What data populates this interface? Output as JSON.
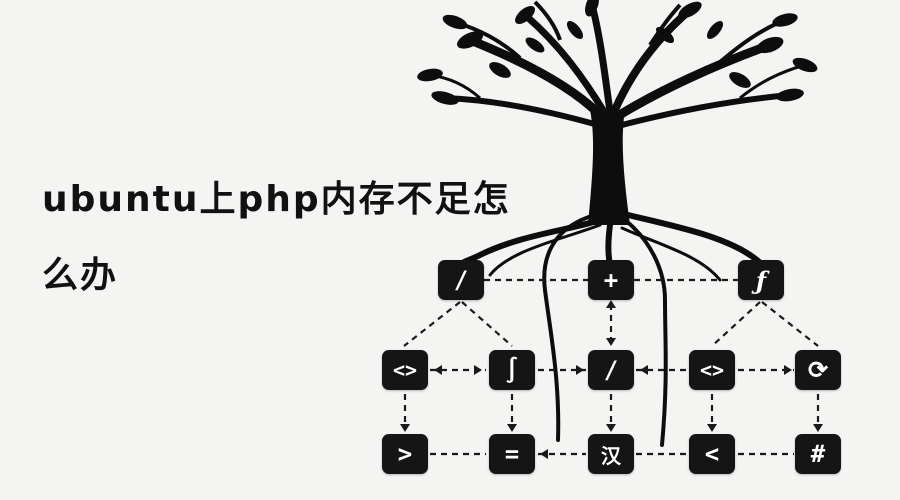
{
  "title": {
    "line1": "ubuntu上php内存不足怎",
    "line2": "么办"
  },
  "diagram": {
    "top_row": [
      {
        "name": "node-slash-top",
        "symbol": "/"
      },
      {
        "name": "node-plus-top",
        "symbol": "+"
      },
      {
        "name": "node-function-top",
        "symbol": "ƒ"
      }
    ],
    "middle_row": [
      {
        "name": "node-code-left",
        "symbol": "<>"
      },
      {
        "name": "node-integral",
        "symbol": "∫"
      },
      {
        "name": "node-slash-middle",
        "symbol": "/"
      },
      {
        "name": "node-code-right",
        "symbol": "<>"
      },
      {
        "name": "node-refresh",
        "symbol": "⟳"
      }
    ],
    "bottom_row": [
      {
        "name": "node-greater-than",
        "symbol": ">"
      },
      {
        "name": "node-equals",
        "symbol": "="
      },
      {
        "name": "node-glyph",
        "symbol": "汉"
      },
      {
        "name": "node-less-than",
        "symbol": "<"
      },
      {
        "name": "node-hash",
        "symbol": "#"
      }
    ]
  },
  "colors": {
    "background": "#f4f4f2",
    "ink": "#111111",
    "node_fill": "#151515",
    "node_text": "#ffffff"
  }
}
